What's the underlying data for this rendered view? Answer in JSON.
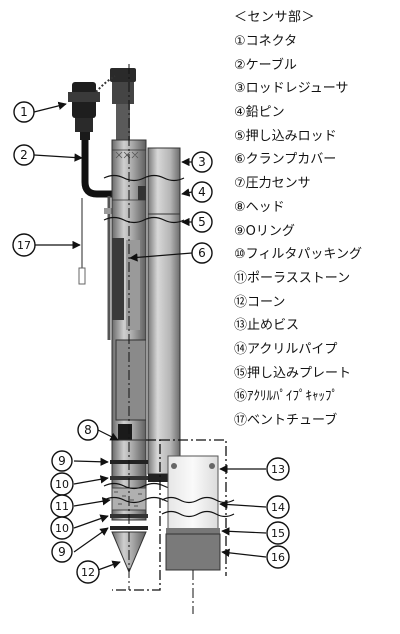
{
  "legend": {
    "title": "＜センサ部＞",
    "items": [
      {
        "num": "1",
        "label": "①コネクタ"
      },
      {
        "num": "2",
        "label": "②ケーブル"
      },
      {
        "num": "3",
        "label": "③ロッドレジューサ"
      },
      {
        "num": "4",
        "label": "④鉛ピン"
      },
      {
        "num": "5",
        "label": "⑤押し込みロッド"
      },
      {
        "num": "6",
        "label": "⑥クランプカバー"
      },
      {
        "num": "7",
        "label": "⑦圧力センサ"
      },
      {
        "num": "8",
        "label": "⑧ヘッド"
      },
      {
        "num": "9",
        "label": "⑨Oリング"
      },
      {
        "num": "10",
        "label": "⑩フィルタパッキング"
      },
      {
        "num": "11",
        "label": "⑪ポーラスストーン"
      },
      {
        "num": "12",
        "label": "⑫コーン"
      },
      {
        "num": "13",
        "label": "⑬止めビス"
      },
      {
        "num": "14",
        "label": "⑭アクリルパイプ"
      },
      {
        "num": "15",
        "label": "⑮押し込みプレート"
      },
      {
        "num": "16",
        "label": "⑯ｱｸﾘﾙﾊﾟｲﾌﾟｷｬｯﾌﾟ"
      },
      {
        "num": "17",
        "label": "⑰ベントチューブ"
      }
    ]
  },
  "callouts": {
    "c1": "1",
    "c2": "2",
    "c3": "3",
    "c4": "4",
    "c5": "5",
    "c6": "6",
    "c8": "8",
    "c9a": "9",
    "c10a": "10",
    "c11": "11",
    "c10b": "10",
    "c9b": "9",
    "c12": "12",
    "c13": "13",
    "c14": "14",
    "c15": "15",
    "c16": "16",
    "c17": "17"
  }
}
